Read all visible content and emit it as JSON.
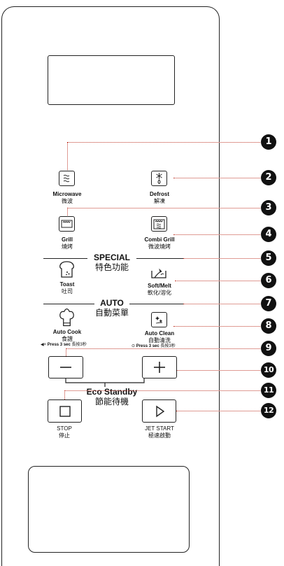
{
  "buttons": {
    "microwave": {
      "en": "Microwave",
      "zh": "微波"
    },
    "defrost": {
      "en": "Defrost",
      "zh": "解凍"
    },
    "grill": {
      "en": "Grill",
      "zh": "燒烤"
    },
    "combi_grill": {
      "en": "Combi Grill",
      "zh": "微波燒烤"
    },
    "toast": {
      "en": "Toast",
      "zh": "吐司"
    },
    "soft_melt": {
      "en": "Soft/Melt",
      "zh": "軟化/溶化"
    },
    "auto_cook": {
      "en": "Auto Cook",
      "zh": "食譜"
    },
    "auto_clean": {
      "en": "Auto Clean",
      "zh": "自動清洗"
    },
    "stop": {
      "en": "STOP",
      "zh": "停止"
    },
    "jet_start": {
      "en": "JET START",
      "zh": "極速啟動"
    }
  },
  "sections": {
    "special": {
      "en": "SPECIAL",
      "zh": "特色功能"
    },
    "auto": {
      "en": "AUTO",
      "zh": "自動菜單"
    },
    "eco": {
      "en": "Eco Standby",
      "zh": "節能待機"
    }
  },
  "notes": {
    "auto_cook_press": "Press 3 sec",
    "auto_cook_press_zh": "長按3秒",
    "auto_clean_press": "Press 3 sec",
    "auto_clean_press_zh": "長按3秒"
  },
  "callouts": [
    "1",
    "2",
    "3",
    "4",
    "5",
    "6",
    "7",
    "8",
    "9",
    "10",
    "11",
    "12"
  ],
  "colors": {
    "leader": "#c0392b",
    "outline": "#222222",
    "callout_bg": "#111111"
  }
}
